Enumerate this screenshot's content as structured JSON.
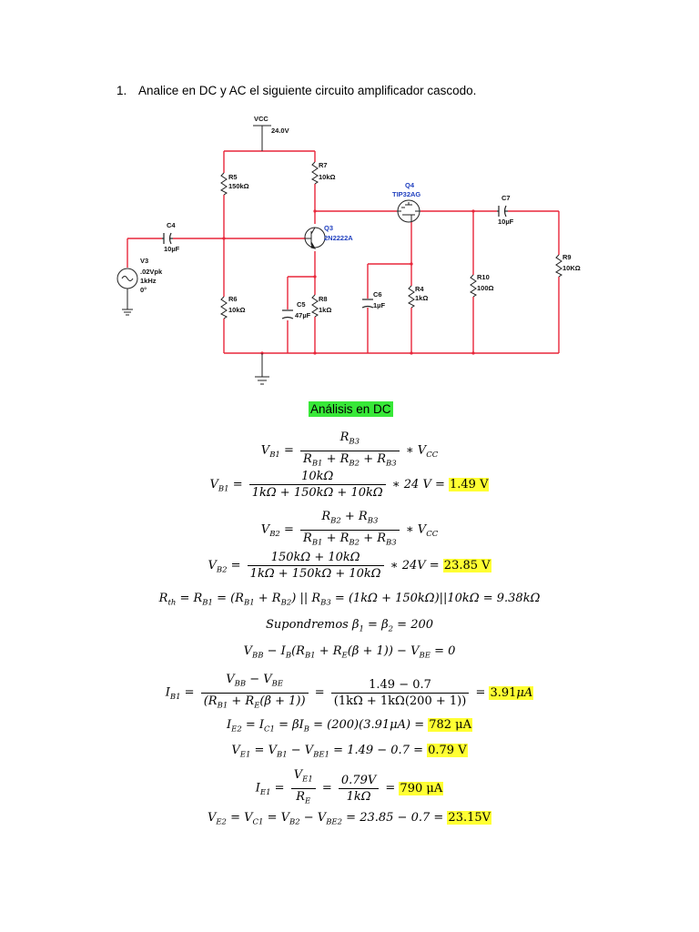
{
  "question": {
    "number": "1.",
    "text": "Analice en DC y AC el siguiente circuito amplificador cascodo."
  },
  "circuit": {
    "vcc_label": "VCC",
    "vcc_value": "24.0V",
    "r5": {
      "name": "R5",
      "value": "150kΩ"
    },
    "r7": {
      "name": "R7",
      "value": "10kΩ"
    },
    "r6": {
      "name": "R6",
      "value": "10kΩ"
    },
    "r8": {
      "name": "R8",
      "value": "1kΩ"
    },
    "r4": {
      "name": "R4",
      "value": "1kΩ"
    },
    "r10": {
      "name": "R10",
      "value": "100Ω"
    },
    "r9": {
      "name": "R9",
      "value": "10KΩ"
    },
    "c4": {
      "name": "C4",
      "value": "10µF"
    },
    "c5": {
      "name": "C5",
      "value": "47µF"
    },
    "c6": {
      "name": "C6",
      "value": "1µF"
    },
    "c7": {
      "name": "C7",
      "value": "10µF"
    },
    "q3": {
      "name": "Q3",
      "model": "2N2222A"
    },
    "q4": {
      "name": "Q4",
      "model": "TIP32AG"
    },
    "v3": {
      "name": "V3",
      "amp": ".02Vpk",
      "freq": "1kHz",
      "phase": "0°"
    },
    "colors": {
      "wire": "#e8263a",
      "component": "#222222",
      "transistor_label": "#1f3fbf"
    }
  },
  "section_title": "Análisis en DC",
  "equations": {
    "e1": {
      "lhs": "V",
      "lhs_sub": "B1",
      "num": "R",
      "num_sub": "B3",
      "den": "R",
      "den_sub1": "B1",
      "den_mid": " + R",
      "den_sub2": "B2",
      "den_mid2": " + R",
      "den_sub3": "B3",
      "tail": " ∗ V",
      "tail_sub": "CC"
    },
    "e2": {
      "lhs": "V",
      "lhs_sub": "B1",
      "num": "10kΩ",
      "den": "1kΩ + 150kΩ + 10kΩ",
      "tail": " ∗ 24 V = ",
      "result": "1.49 V"
    },
    "e3": {
      "lhs": "V",
      "lhs_sub": "B2",
      "num": "R",
      "num_sub": "B2",
      "num_mid": " + R",
      "num_sub2": "B3",
      "den": "R",
      "den_sub1": "B1",
      "den_mid": " + R",
      "den_sub2": "B2",
      "den_mid2": " + R",
      "den_sub3": "B3",
      "tail": " ∗ V",
      "tail_sub": "CC"
    },
    "e4": {
      "lhs": "V",
      "lhs_sub": "B2",
      "num": "150kΩ + 10kΩ",
      "den": "1kΩ + 150kΩ + 10kΩ",
      "tail": " ∗ 24V = ",
      "result": "23.85 V"
    },
    "e5": {
      "text_a": "R",
      "sub_a": "th",
      "text_b": " = R",
      "sub_b": "B1",
      "text_c": " = (R",
      "sub_c": "B1",
      "text_d": " + R",
      "sub_d": "B2",
      "text_e": ") || R",
      "sub_e": "B3",
      "text_f": " = (1kΩ + 150kΩ)||10kΩ = 9.38kΩ"
    },
    "e6": {
      "text_a": "Supondremos β",
      "sub_a": "1",
      "text_b": " = β",
      "sub_b": "2",
      "text_c": " = 200"
    },
    "e7": {
      "text_a": "V",
      "sub_a": "BB",
      "text_b": " − I",
      "sub_b": "B",
      "text_c": "(R",
      "sub_c": "B1",
      "text_d": " + R",
      "sub_d": "E",
      "text_e": "(β + 1)) − V",
      "sub_e": "BE",
      "text_f": " = 0"
    },
    "e8": {
      "lhs": "I",
      "lhs_sub": "B1",
      "num1": "V",
      "num1_sub": "BB",
      "num1_mid": " − V",
      "num1_sub2": "BE",
      "den1": "(R",
      "den1_sub": "B1",
      "den1_mid": " + R",
      "den1_sub2": "E",
      "den1_tail": "(β + 1))",
      "num2": "1.49 − 0.7",
      "den2": "(1kΩ + 1kΩ(200 + 1))",
      "result": "3.91",
      "result_unit": "μA"
    },
    "e9": {
      "text_a": "I",
      "sub_a": "E2",
      "text_b": " = I",
      "sub_b": "C1",
      "text_c": " = βI",
      "sub_c": "B",
      "text_d": " = (200)(3.91μA) = ",
      "result": "782 μA"
    },
    "e10": {
      "text_a": "V",
      "sub_a": "E1",
      "text_b": " = V",
      "sub_b": "B1",
      "text_c": " − V",
      "sub_c": "BE1",
      "text_d": " = 1.49 − 0.7 = ",
      "result": "0.79 V"
    },
    "e11": {
      "lhs": "I",
      "lhs_sub": "E1",
      "num1": "V",
      "num1_sub": "E1",
      "den1": "R",
      "den1_sub": "E",
      "num2": "0.79V",
      "den2": "1kΩ",
      "result": "790 μA"
    },
    "e12": {
      "text_a": "V",
      "sub_a": "E2",
      "text_b": " = V",
      "sub_b": "C1",
      "text_c": " = V",
      "sub_c": "B2",
      "text_d": " − V",
      "sub_d": "BE2",
      "text_e": " = 23.85 − 0.7 = ",
      "result": "23.15V"
    }
  }
}
